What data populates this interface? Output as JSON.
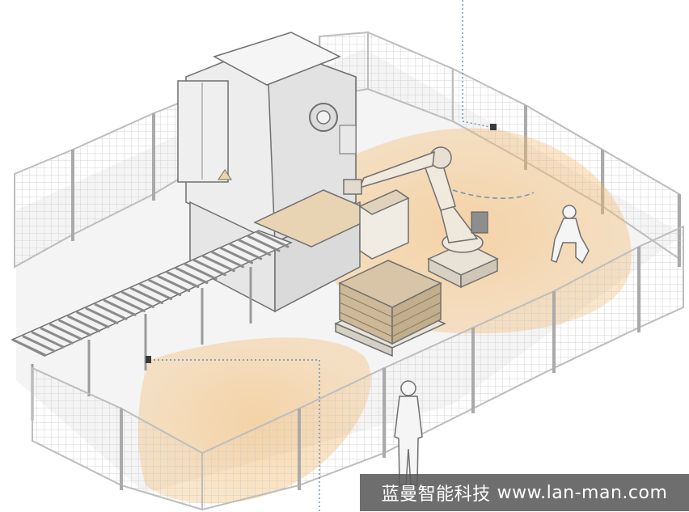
{
  "watermark": {
    "company": "蓝曼智能科技",
    "website": "www.lan-man.com"
  },
  "colors": {
    "safety_zone": "#f3b767",
    "line_art": "#6f6f6f",
    "fence": "#bdbdbd",
    "cardboard": "#d8c4a6",
    "sensor_callout": "#4a7fb5"
  },
  "scene_elements": {
    "machine": "stamping-press",
    "robot": "six-axis-industrial-robot",
    "conveyor": "roller-conveyor",
    "pallet": "stacked-parts-pallet",
    "guarding": "perimeter-mesh-fence",
    "sensors": [
      "radar-sensor-top",
      "radar-sensor-left"
    ],
    "people": [
      "operator-standing",
      "operator-kneeling"
    ]
  }
}
